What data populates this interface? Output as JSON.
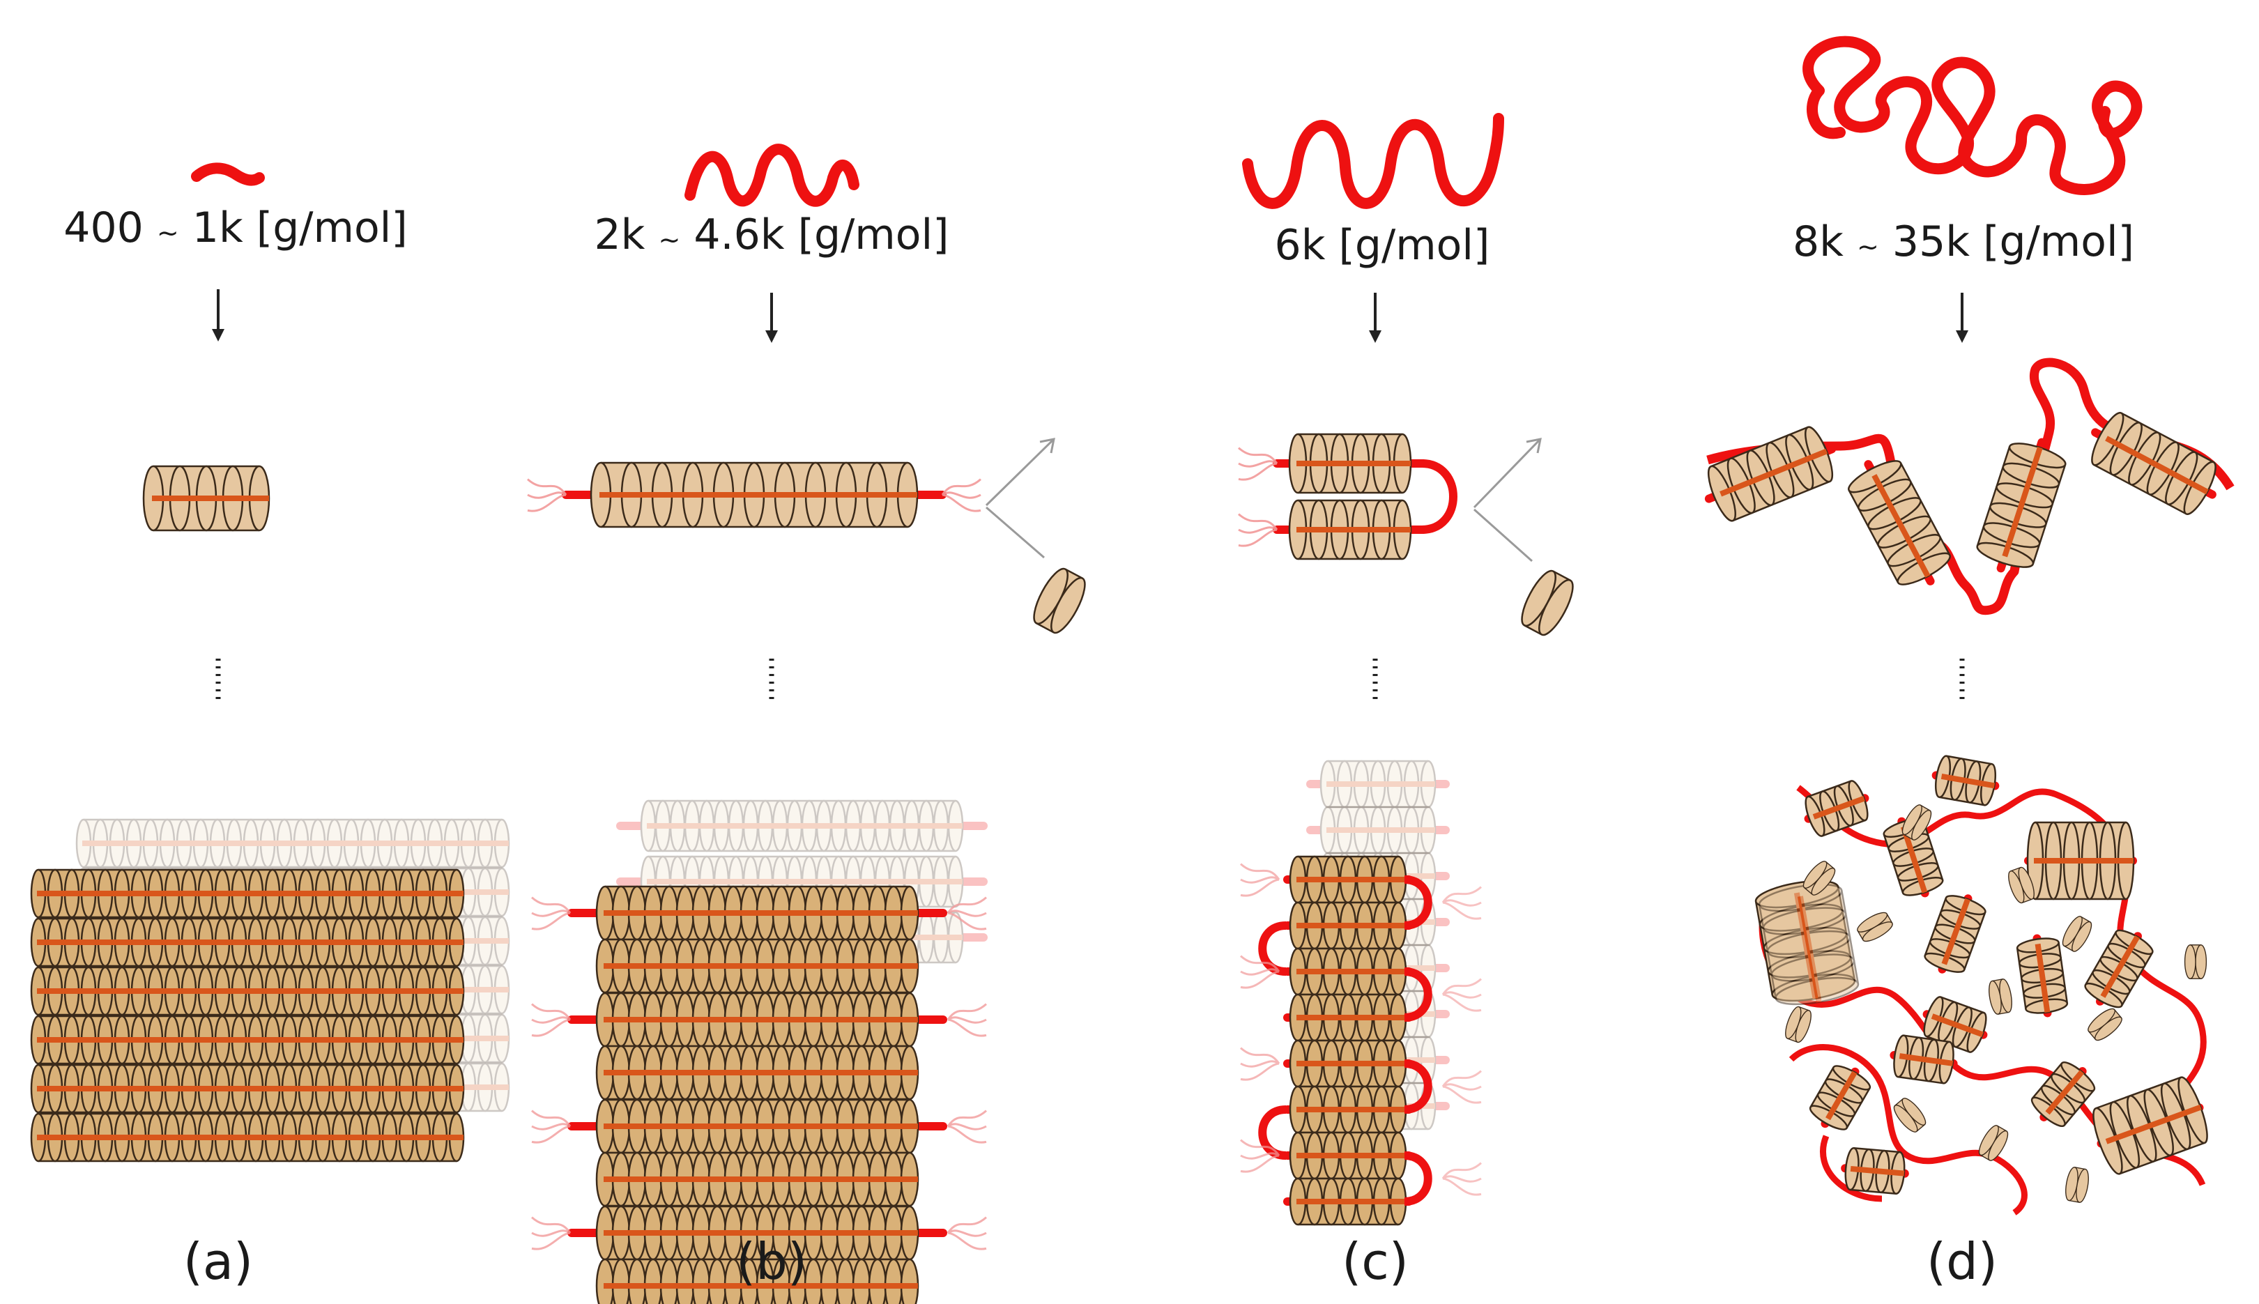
{
  "panels": [
    {
      "id": "a",
      "label": "(a)",
      "mw_low": "400",
      "mw_sep": "~",
      "mw_high": "1k [g/mol]"
    },
    {
      "id": "b",
      "label": "(b)",
      "mw_low": "2k",
      "mw_sep": "~",
      "mw_high": "4.6k [g/mol]"
    },
    {
      "id": "c",
      "label": "(c)",
      "mw_low": "",
      "mw_sep": "",
      "mw_high": "6k [g/mol]"
    },
    {
      "id": "d",
      "label": "(d)",
      "mw_low": "8k",
      "mw_sep": "~",
      "mw_high": "35k [g/mol]"
    }
  ],
  "colors": {
    "chain": "#ee1111",
    "core": "#d9561b",
    "disk_fill": "#e6c7a0",
    "disk_edge": "#3b2a1a",
    "disk_bright": "#d9b178",
    "text": "#1a1a1a"
  }
}
